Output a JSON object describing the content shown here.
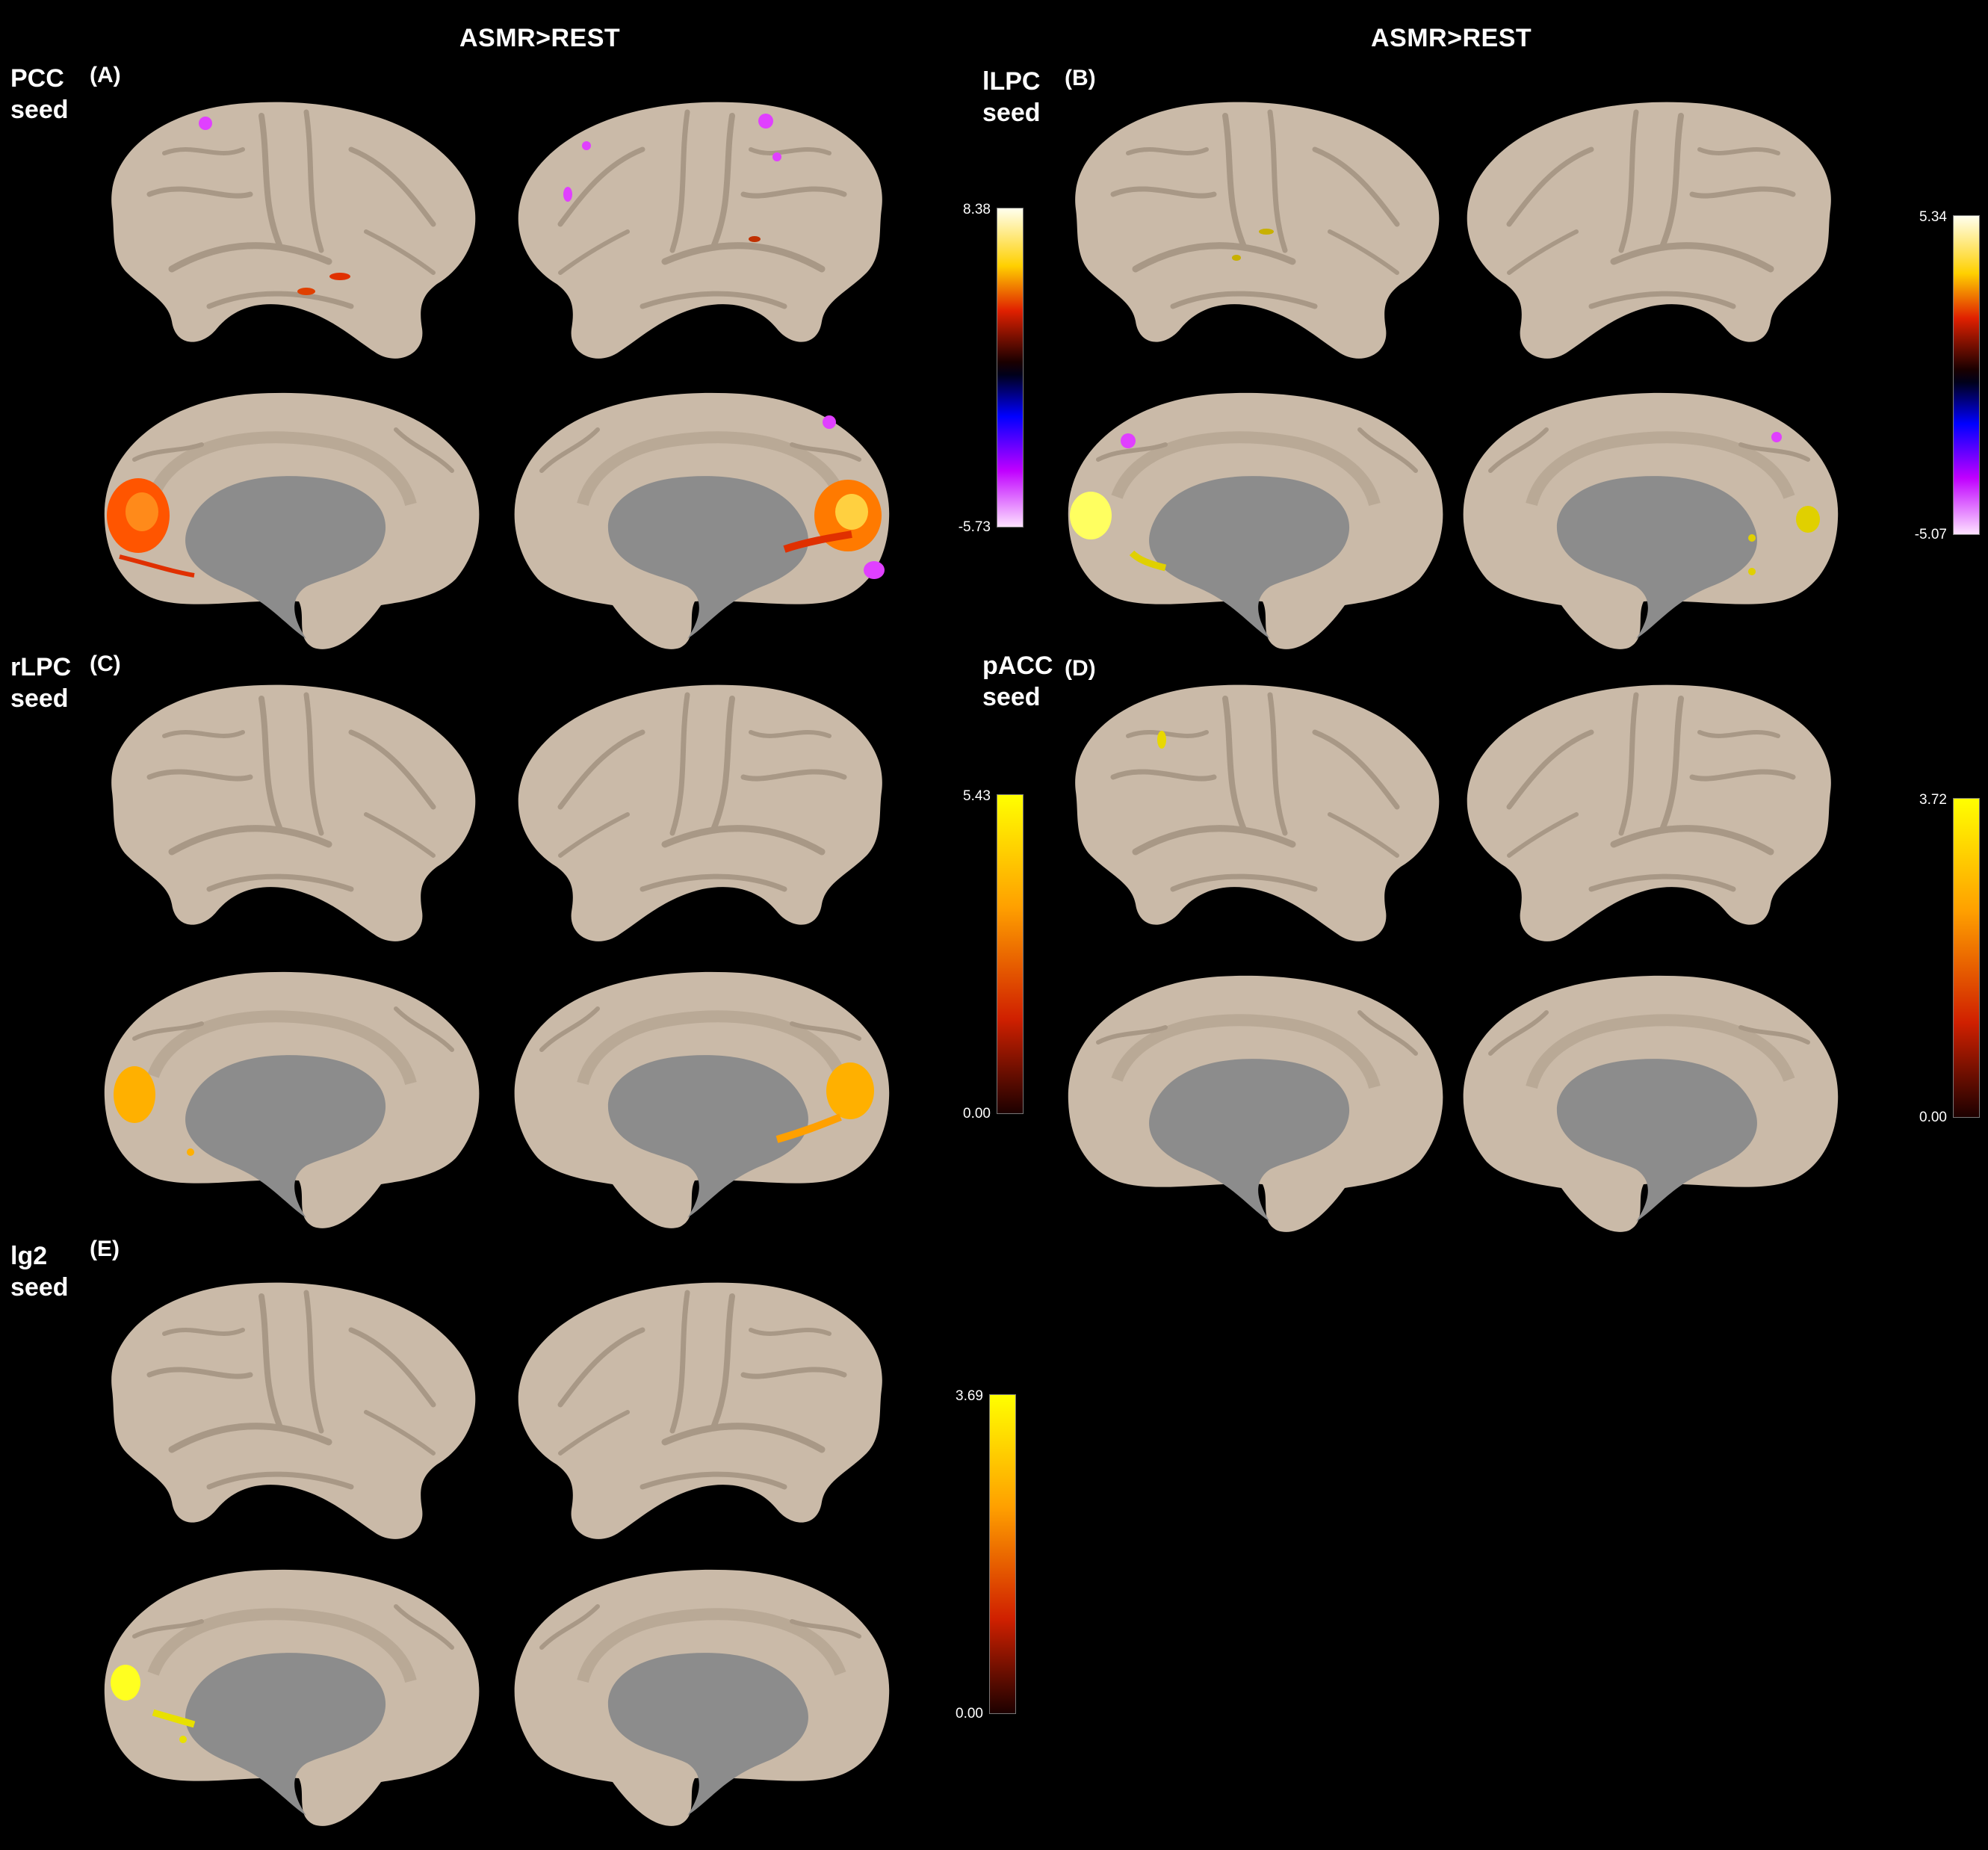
{
  "headers": {
    "left": "ASMR>REST",
    "right": "ASMR>REST"
  },
  "panels": {
    "A": {
      "seed_name": "PCC",
      "seed_word": "seed",
      "label": "(A)",
      "colorbar": {
        "max": "8.38",
        "min": "-5.73"
      }
    },
    "B": {
      "seed_name": "lLPC",
      "seed_word": "seed",
      "label": "(B)",
      "colorbar": {
        "max": "5.34",
        "min": "-5.07"
      }
    },
    "C": {
      "seed_name": "rLPC",
      "seed_word": "seed",
      "label": "(C)",
      "colorbar": {
        "max": "5.43",
        "min": "0.00"
      }
    },
    "D": {
      "seed_name": "pACC",
      "seed_word": "seed",
      "label": "(D)",
      "colorbar": {
        "max": "3.72",
        "min": "0.00"
      }
    },
    "E": {
      "seed_name": "lg2",
      "seed_word": "seed",
      "label": "(E)",
      "colorbar": {
        "max": "3.69",
        "min": "0.00"
      }
    }
  },
  "colors": {
    "background": "#000000",
    "cortex_gyri": "#cabaa8",
    "cortex_sulci": "#a89886",
    "medial_wall": "#8c8c8c",
    "positive_map": [
      "#3a0000",
      "#c00000",
      "#ff6a00",
      "#ffd000",
      "#ffff9a"
    ],
    "negative_map": [
      "#000030",
      "#0000ff",
      "#b000ff",
      "#ff40ff",
      "#ffd0ff"
    ]
  }
}
